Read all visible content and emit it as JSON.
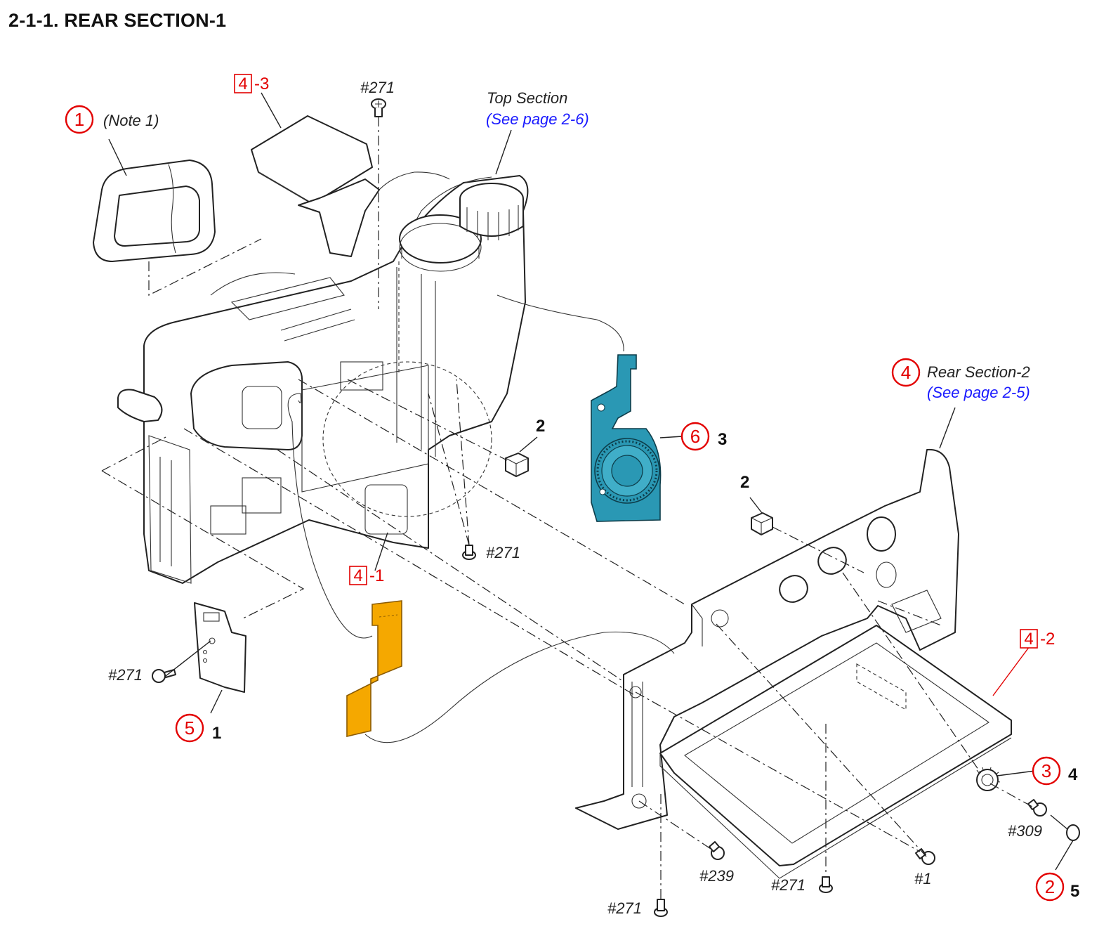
{
  "title": "2-1-1. REAR SECTION-1",
  "colors": {
    "callout_red": "#e30000",
    "reference_blue": "#1a1aff",
    "flex_board_teal": "#2a98b4",
    "flex_cable_orange": "#f5a800"
  },
  "callouts": {
    "note1": "(Note 1)",
    "top_section": "Top Section",
    "top_section_ref": "(See page 2-6)",
    "rear_section_2": "Rear Section-2",
    "rear_section_2_ref": "(See page 2-5)"
  },
  "ref_numbers": {
    "r1": "1",
    "r2": "2",
    "r3": "3",
    "r4": "4",
    "r5": "5",
    "r6": "6"
  },
  "boxed_refs": {
    "b43": {
      "box": "4",
      "suffix": "-3"
    },
    "b41": {
      "box": "4",
      "suffix": "-1"
    },
    "b42": {
      "box": "4",
      "suffix": "-2"
    }
  },
  "part_numbers": {
    "p_gasket_a": "2",
    "p_gasket_b": "2",
    "p_cover": "1",
    "p_board": "3",
    "p_knob": "4",
    "p_ring": "5"
  },
  "screws": {
    "s271_top": "#271",
    "s271_mid": "#271",
    "s271_left": "#271",
    "s271_bottom_a": "#271",
    "s271_bottom_b": "#271",
    "s239": "#239",
    "s1": "#1",
    "s309": "#309"
  }
}
